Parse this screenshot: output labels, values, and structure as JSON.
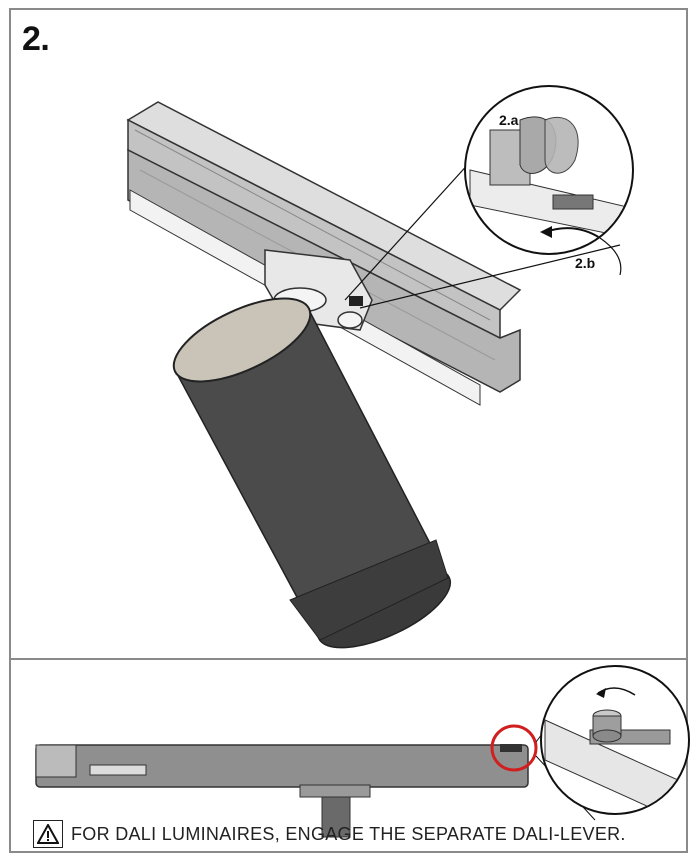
{
  "step": {
    "number": "2."
  },
  "callouts": {
    "a": "2.a",
    "b": "2.b"
  },
  "warning": {
    "icon": "warning-triangle-icon",
    "text": "FOR DALI LUMINAIRES, ENGAGE THE SEPARATE DALI-LEVER."
  },
  "colors": {
    "frame": "#8a8a8a",
    "rail": "#c9c9c9",
    "body": "#4a4a4a",
    "highlight": "#d11f1f"
  }
}
